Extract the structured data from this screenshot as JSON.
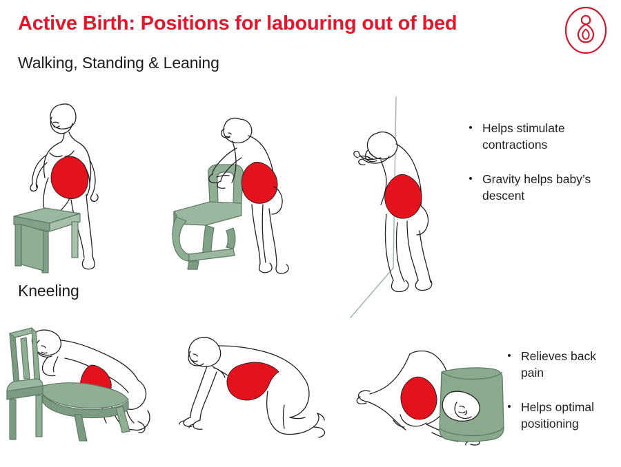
{
  "header": {
    "title": "Active Birth: Positions for labouring out of bed",
    "title_color": "#e1182c",
    "logo_name": "mother-and-baby-logo"
  },
  "sections": [
    {
      "heading": "Walking, Standing & Leaning",
      "figures": [
        {
          "name": "woman-with-foot-on-stool",
          "caption": "Woman standing with one foot raised on a green stool"
        },
        {
          "name": "woman-leaning-on-chair-back",
          "caption": "Woman leaning forward holding the back of a green chair"
        },
        {
          "name": "woman-leaning-on-wall",
          "caption": "Woman leaning forward against a wall corner"
        }
      ],
      "bullets": [
        "Helps stimulate contractions",
        "Gravity helps baby’s descent"
      ]
    },
    {
      "heading": "Kneeling",
      "figures": [
        {
          "name": "woman-kneeling-over-chair-seat",
          "caption": "Woman kneeling and resting over a green chair seat"
        },
        {
          "name": "woman-on-all-fours",
          "caption": "Woman kneeling on hands and knees"
        },
        {
          "name": "woman-kneeling-over-beanbag",
          "caption": "Woman kneeling and resting over a green beanbag"
        }
      ],
      "bullets": [
        "Relieves back pain",
        "Helps optimal positioning"
      ]
    }
  ],
  "colors": {
    "brand_red": "#e1182c",
    "belly_red": "#e3121d",
    "prop_green": "#8aa98d",
    "prop_green_dark": "#6f8f75",
    "outline": "#231f20",
    "text": "#231f20",
    "background": "#ffffff"
  }
}
